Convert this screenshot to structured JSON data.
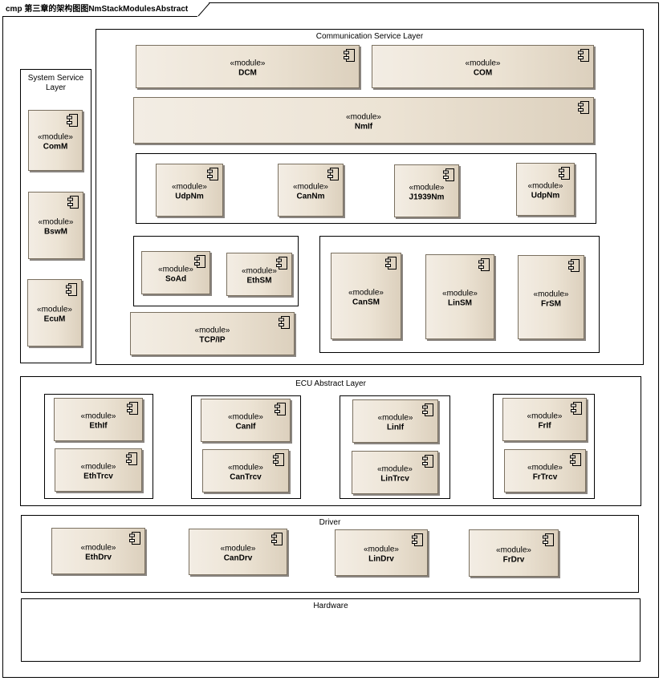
{
  "diagram_title": "cmp 第三章的架构图图NmStackModulesAbstract",
  "stereotype": "«module»",
  "layers": {
    "system": "System Service Layer",
    "comm": "Communication Service Layer",
    "ecu": "ECU Abstract Layer",
    "driver": "Driver",
    "hardware": "Hardware"
  },
  "modules": {
    "comm_m": "ComM",
    "bsw_m": "BswM",
    "ecu_m": "EcuM",
    "dcm": "DCM",
    "com": "COM",
    "nm_if": "NmIf",
    "udp_nm_1": "UdpNm",
    "can_nm": "CanNm",
    "j1939_nm": "J1939Nm",
    "udp_nm_2": "UdpNm",
    "so_ad": "SoAd",
    "eth_sm": "EthSM",
    "tcp_ip": "TCP/IP",
    "can_sm": "CanSM",
    "lin_sm": "LinSM",
    "fr_sm": "FrSM",
    "eth_if": "EthIf",
    "eth_trcv": "EthTrcv",
    "can_if": "CanIf",
    "can_trcv": "CanTrcv",
    "lin_if": "LinIf",
    "lin_trcv": "LinTrcv",
    "fr_if": "FrIf",
    "fr_trcv": "FrTrcv",
    "eth_drv": "EthDrv",
    "can_drv": "CanDrv",
    "lin_drv": "LinDrv",
    "fr_drv": "FrDrv"
  },
  "colors": {
    "module_fill": "#ece3d4",
    "module_border": "#7a7060",
    "line": "#000000"
  }
}
